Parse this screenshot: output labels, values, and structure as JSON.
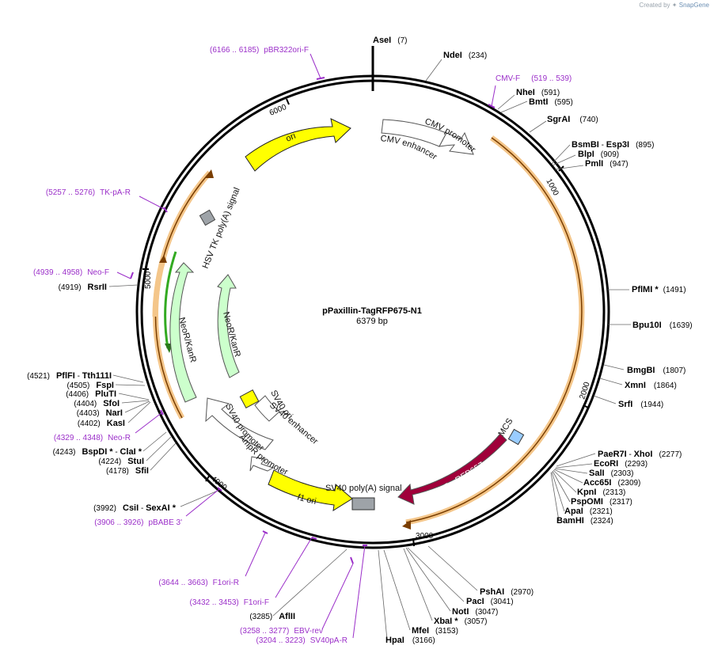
{
  "credit": {
    "prefix": "Created by",
    "brand": "SnapGene"
  },
  "plasmid": {
    "name": "pPaxillin-TagRFP675-N1",
    "size_label": "6379 bp"
  },
  "ticks": [
    "1000",
    "2000",
    "3000",
    "4000",
    "5000",
    "6000"
  ],
  "enzymes": [
    {
      "name": "AseI",
      "pos": "(7)"
    },
    {
      "name": "NdeI",
      "pos": "(234)"
    },
    {
      "name": "NheI",
      "pos": "(591)"
    },
    {
      "name": "BmtI",
      "pos": "(595)"
    },
    {
      "name": "SgrAI",
      "pos": "(740)"
    },
    {
      "name": "BsmBI",
      "sep": " - ",
      "name2": "Esp3I",
      "pos": "(895)"
    },
    {
      "name": "BlpI",
      "pos": "(909)"
    },
    {
      "name": "PmlI",
      "pos": "(947)"
    },
    {
      "name": "PflMI *",
      "pos": "(1491)"
    },
    {
      "name": "Bpu10I",
      "pos": "(1639)"
    },
    {
      "name": "BmgBI",
      "pos": "(1807)"
    },
    {
      "name": "XmnI",
      "pos": "(1864)"
    },
    {
      "name": "SrfI",
      "pos": "(1944)"
    },
    {
      "name": "PaeR7I",
      "sep": " - ",
      "name2": "XhoI",
      "pos": "(2277)"
    },
    {
      "name": "EcoRI",
      "pos": "(2293)"
    },
    {
      "name": "SalI",
      "pos": "(2303)"
    },
    {
      "name": "Acc65I",
      "pos": "(2309)"
    },
    {
      "name": "KpnI",
      "pos": "(2313)"
    },
    {
      "name": "PspOMI",
      "pos": "(2317)"
    },
    {
      "name": "ApaI",
      "pos": "(2321)"
    },
    {
      "name": "BamHI",
      "pos": "(2324)"
    },
    {
      "name": "PshAI",
      "pos": "(2970)"
    },
    {
      "name": "PacI",
      "pos": "(3041)"
    },
    {
      "name": "NotI",
      "pos": "(3047)"
    },
    {
      "name": "XbaI *",
      "pos": "(3057)"
    },
    {
      "name": "MfeI",
      "pos": "(3153)"
    },
    {
      "name": "HpaI",
      "pos": "(3166)"
    },
    {
      "name": "AflII",
      "pos": "(3285)"
    },
    {
      "name": "CsiI",
      "sep": " - ",
      "name2": "SexAI *",
      "pos": "(3992)"
    },
    {
      "name": "SfiI",
      "pos": "(4178)"
    },
    {
      "name": "StuI",
      "pos": "(4224)"
    },
    {
      "name": "BspDI *",
      "sep": " - ",
      "name2": "ClaI *",
      "pos": "(4243)"
    },
    {
      "name": "KasI",
      "pos": "(4402)"
    },
    {
      "name": "NarI",
      "pos": "(4403)"
    },
    {
      "name": "SfoI",
      "pos": "(4404)"
    },
    {
      "name": "PluTI",
      "pos": "(4406)"
    },
    {
      "name": "FspI",
      "pos": "(4505)"
    },
    {
      "name": "PflFI",
      "sep": " - ",
      "name2": "Tth111I",
      "pos": "(4521)"
    },
    {
      "name": "RsrII",
      "pos": "(4919)"
    }
  ],
  "primers": [
    {
      "range": "(6166 .. 6185)",
      "name": "pBR322ori-F"
    },
    {
      "range": "(519 .. 539)",
      "name": "CMV-F"
    },
    {
      "range": "(5257 .. 5276)",
      "name": "TK-pA-R"
    },
    {
      "range": "(4939 .. 4958)",
      "name": "Neo-F"
    },
    {
      "range": "(4329 .. 4348)",
      "name": "Neo-R"
    },
    {
      "range": "(3906 .. 3926)",
      "name": "pBABE 3'"
    },
    {
      "range": "(3644 .. 3663)",
      "name": "F1ori-R"
    },
    {
      "range": "(3432 .. 3453)",
      "name": "F1ori-F"
    },
    {
      "range": "(3258 .. 3277)",
      "name": "EBV-rev"
    },
    {
      "range": "(3204 .. 3223)",
      "name": "SV40pA-R"
    }
  ],
  "features": {
    "ori": "ori",
    "cmv_enhancer": "CMV enhancer",
    "cmv_promoter": "CMV promoter",
    "hsv_tk": "HSV TK poly(A) signal",
    "neor_outer": "NeoR/KanR",
    "neor_inner": "NeoR/KanR",
    "sv40_ori": "SV40 ori",
    "sv40_enhancer": "SV40 enhancer",
    "sv40_promoter": "SV40 promoter",
    "ampr_promoter": "AmpR promoter",
    "f1_ori": "f1 ori",
    "sv40_polya": "SV40 poly(A) signal",
    "mcs": "MCS",
    "tagrfp": "TagRFP657"
  },
  "colors": {
    "backbone": "#000000",
    "ori": "#ffff00",
    "neor": "#ccffcc",
    "orf_track": "#f4c68a",
    "orf_line": "#7a3e00",
    "tagrfp": "#a0003a",
    "mcs": "#99ccff",
    "polya": "#9ea3a8",
    "primer": "#9b2fc9",
    "promoter": "#ffffff"
  }
}
